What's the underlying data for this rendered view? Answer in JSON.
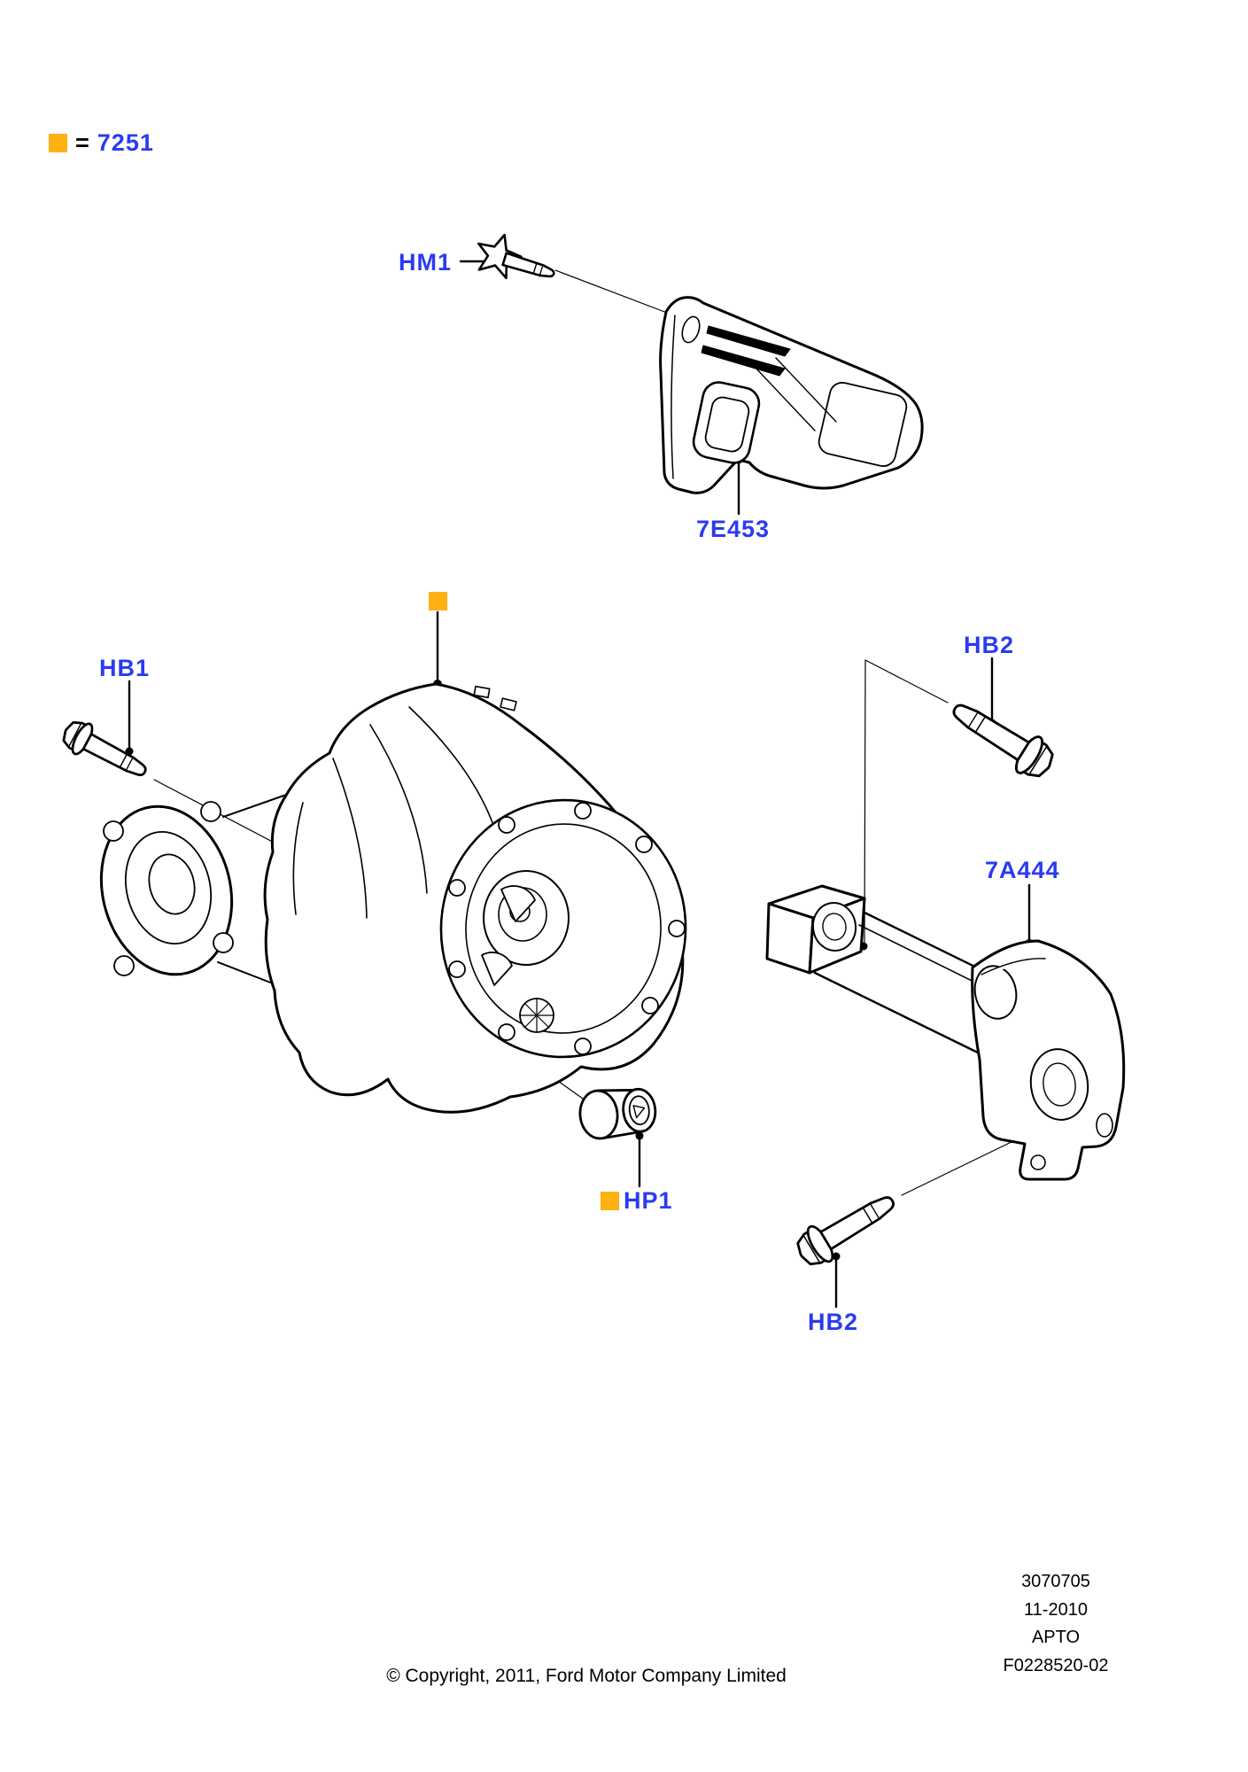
{
  "colors": {
    "label_blue": "#2B3BEF",
    "marker_orange": "#FFB013"
  },
  "legend": {
    "equals_sign": "=",
    "part_number": "7251"
  },
  "callouts": {
    "hm1": {
      "label": "HM1"
    },
    "e453": {
      "label": "7E453"
    },
    "hb1": {
      "label": "HB1"
    },
    "hb2_top": {
      "label": "HB2"
    },
    "a444": {
      "label": "7A444"
    },
    "hp1": {
      "label": "HP1"
    },
    "hb2_bottom": {
      "label": "HB2"
    }
  },
  "reference_block": {
    "lines": [
      "3070705",
      "11-2010",
      "APTO",
      "F0228520-02"
    ]
  },
  "footer": {
    "copyright": "© Copyright, 2011, Ford Motor Company Limited"
  }
}
